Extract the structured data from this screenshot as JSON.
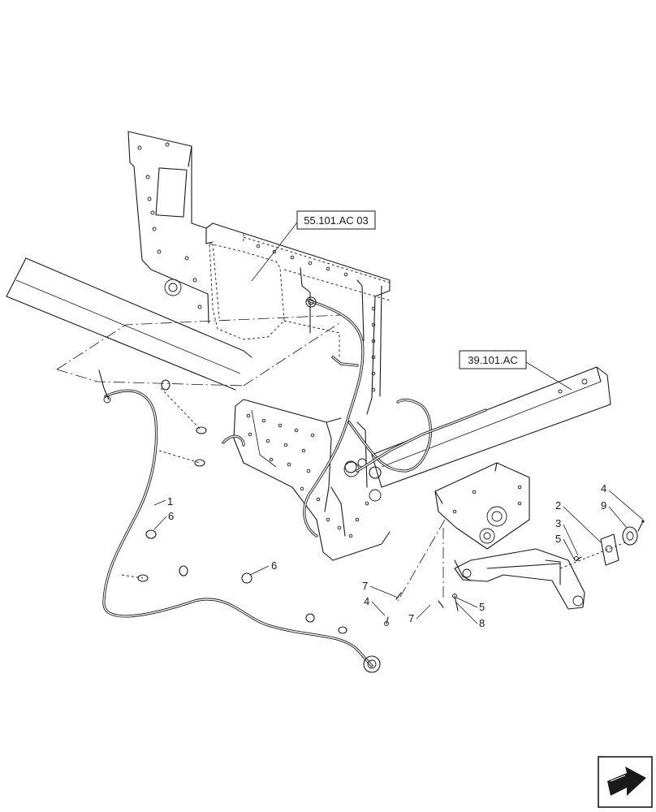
{
  "references": [
    {
      "id": "ref-55",
      "label": "55.101.AC 03"
    },
    {
      "id": "ref-39",
      "label": "39.101.AC"
    }
  ],
  "callouts": {
    "c1": "1",
    "c6a": "6",
    "c6b": "6",
    "c7a": "7",
    "c4a": "4",
    "c7b": "7",
    "c5a": "5",
    "c8": "8",
    "c2": "2",
    "c3": "3",
    "c5b": "5",
    "c4b": "4",
    "c9": "9"
  },
  "nav_icon": "next-page-arrow-icon"
}
